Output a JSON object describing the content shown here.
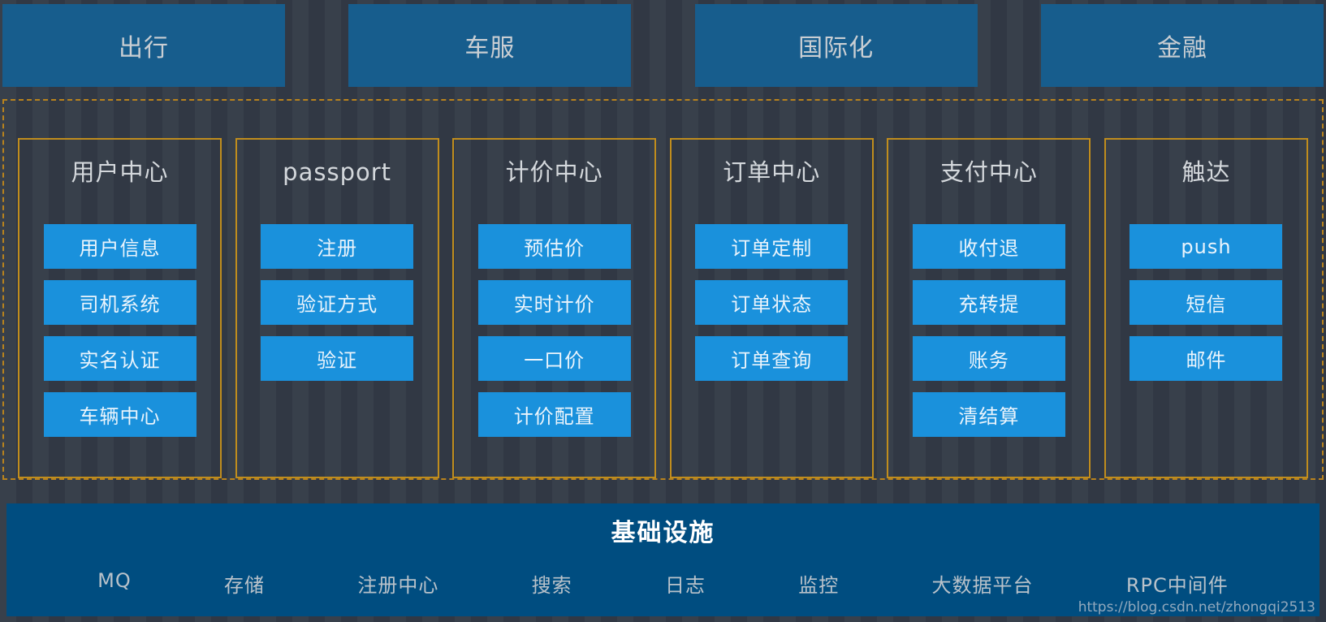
{
  "business_lines": [
    {
      "key": "travel",
      "label": "出行"
    },
    {
      "key": "car-service",
      "label": "车服"
    },
    {
      "key": "international",
      "label": "国际化"
    },
    {
      "key": "finance",
      "label": "金融"
    }
  ],
  "platform": {
    "groups": [
      {
        "key": "user-center",
        "title": "用户中心",
        "items": [
          "用户信息",
          "司机系统",
          "实名认证",
          "车辆中心"
        ]
      },
      {
        "key": "passport",
        "title": "passport",
        "items": [
          "注册",
          "验证方式",
          "验证"
        ]
      },
      {
        "key": "pricing-center",
        "title": "计价中心",
        "items": [
          "预估价",
          "实时计价",
          "一口价",
          "计价配置"
        ]
      },
      {
        "key": "order-center",
        "title": "订单中心",
        "items": [
          "订单定制",
          "订单状态",
          "订单查询"
        ]
      },
      {
        "key": "payment-center",
        "title": "支付中心",
        "items": [
          "收付退",
          "充转提",
          "账务",
          "清结算"
        ]
      },
      {
        "key": "reach",
        "title": "触达",
        "items": [
          "push",
          "短信",
          "邮件"
        ]
      }
    ]
  },
  "infrastructure": {
    "title": "基础设施",
    "items": [
      "MQ",
      "存储",
      "注册中心",
      "搜索",
      "日志",
      "监控",
      "大数据平台",
      "RPC中间件"
    ]
  },
  "watermark": "https://blog.csdn.net/zhongqi2513",
  "colors": {
    "background": "#333b47",
    "business_box": "#175d8d",
    "service_button": "#1a91dc",
    "column_border": "#c08d1d",
    "dashed_border": "#b9831d",
    "infrastructure_bar": "#004d80"
  }
}
